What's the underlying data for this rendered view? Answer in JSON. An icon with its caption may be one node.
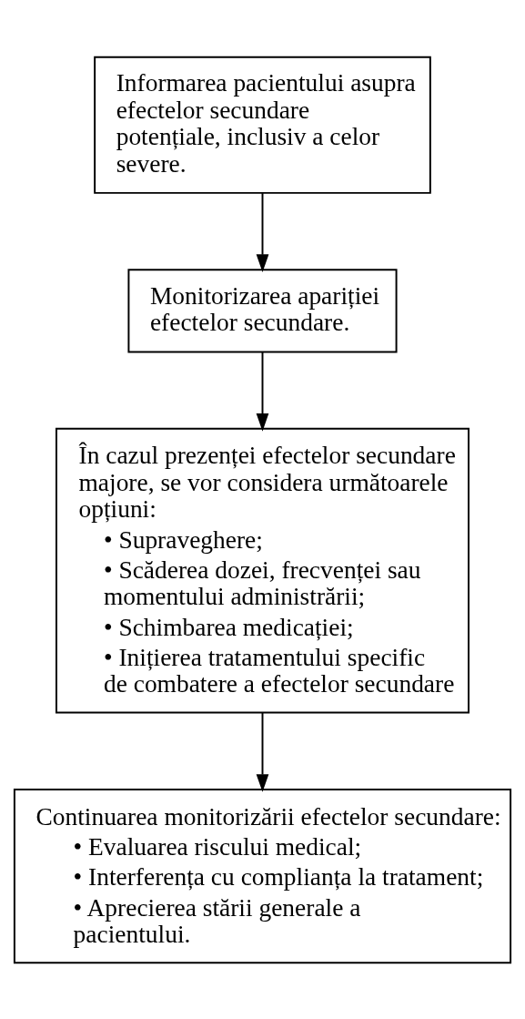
{
  "diagram": {
    "nodes": [
      {
        "text": [
          "Informarea pacientului asupra efectelor secundare potențiale, inclusiv a celor severe."
        ]
      },
      {
        "text": [
          "Monitorizarea apariției efectelor secundare."
        ]
      },
      {
        "text": [
          "În cazul prezenței efectelor secundare majore, se vor considera următoarele opțiuni:",
          "• Supraveghere;",
          "• Scăderea dozei, frecvenței sau momentului administrării;",
          "• Schimbarea medicației;",
          "• Inițierea tratamentului specific de combatere a efectelor secundare"
        ]
      },
      {
        "text": [
          "Continuarea monitorizării efectelor secundare:",
          "• Evaluarea riscului medical;",
          "• Interferența cu complianța la tratament;",
          "• Aprecierea stării generale a pacientului."
        ]
      }
    ],
    "edges": [
      {
        "from": 0,
        "to": 1,
        "arrow": "to"
      },
      {
        "from": 1,
        "to": 2,
        "arrow": "to"
      },
      {
        "from": 2,
        "to": 3,
        "arrow": "to"
      }
    ]
  }
}
